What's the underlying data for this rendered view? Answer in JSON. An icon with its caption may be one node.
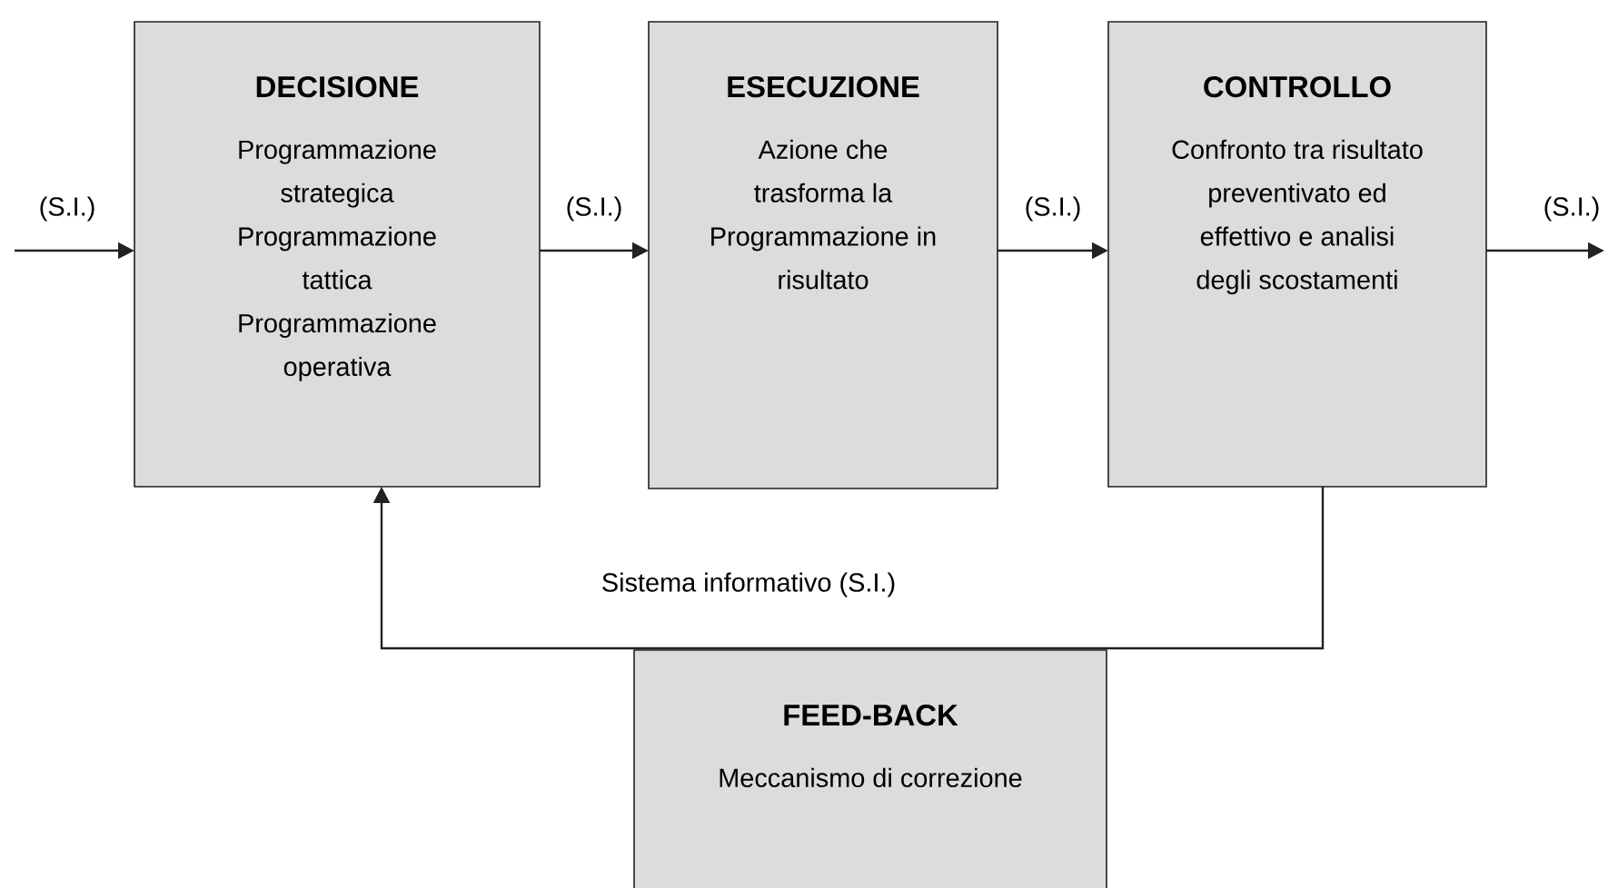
{
  "diagram": {
    "nodes": [
      {
        "text": [
          "DECISIONE",
          "Programmazione strategica Programmazione tattica Programmazione operativa"
        ]
      },
      {
        "text": [
          "ESECUZIONE",
          "Azione che trasforma la Programmazione in risultato"
        ]
      },
      {
        "text": [
          "CONTROLLO",
          "Confronto tra risultato preventivato ed effettivo e analisi degli scostamenti"
        ]
      },
      {
        "text": [
          "FEED-BACK",
          "Meccanismo di correzione"
        ]
      }
    ],
    "edges": [
      {
        "from": null,
        "to": 0,
        "arrow": "to",
        "label": "(S.I.)"
      },
      {
        "from": 0,
        "to": 1,
        "arrow": "to",
        "label": "(S.I.)"
      },
      {
        "from": 1,
        "to": 2,
        "arrow": "to",
        "label": "(S.I.)"
      },
      {
        "from": 2,
        "to": null,
        "arrow": "to",
        "label": "(S.I.)"
      },
      {
        "from": 2,
        "to": 0,
        "arrow": "to",
        "label": "Sistema informativo (S.I.)"
      }
    ]
  }
}
